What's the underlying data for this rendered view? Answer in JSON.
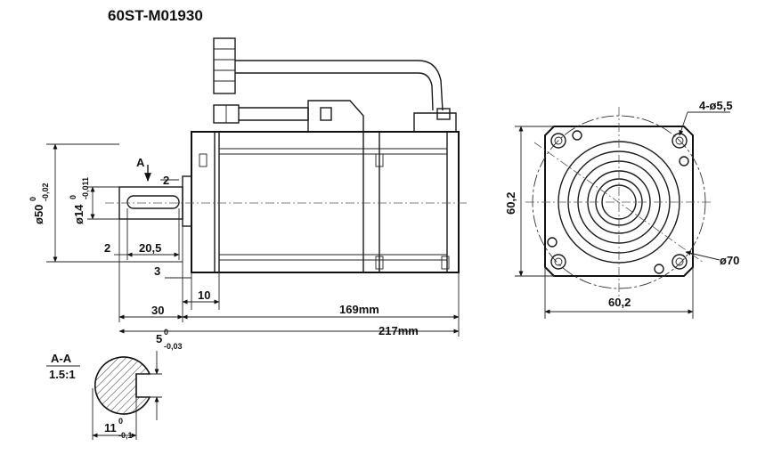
{
  "title": "60ST-M01930",
  "dims": {
    "body_length": "169mm",
    "total_length": "217mm",
    "flange_offset": "30",
    "pilot": "10",
    "step_3": "3",
    "step_2": "2",
    "key_len": "20,5",
    "key_gap": "2",
    "key_gap_top": "2",
    "flange_w": "60,2",
    "flange_h": "60,2",
    "pcd": "ø70",
    "holes": "4-ø5,5"
  },
  "tol": {
    "pilot_base": "ø50",
    "pilot_up": "0",
    "pilot_lo": "-0,02",
    "shaft_base": "ø14",
    "shaft_up": "0",
    "shaft_lo": "-0,011",
    "key_base": "5",
    "key_up": "0",
    "key_lo": "-0,03",
    "key_h_base": "11",
    "key_h_up": "0",
    "key_h_lo": "-0,1"
  },
  "section": {
    "marker": "A",
    "name": "A-A",
    "scale": "1.5:1"
  }
}
